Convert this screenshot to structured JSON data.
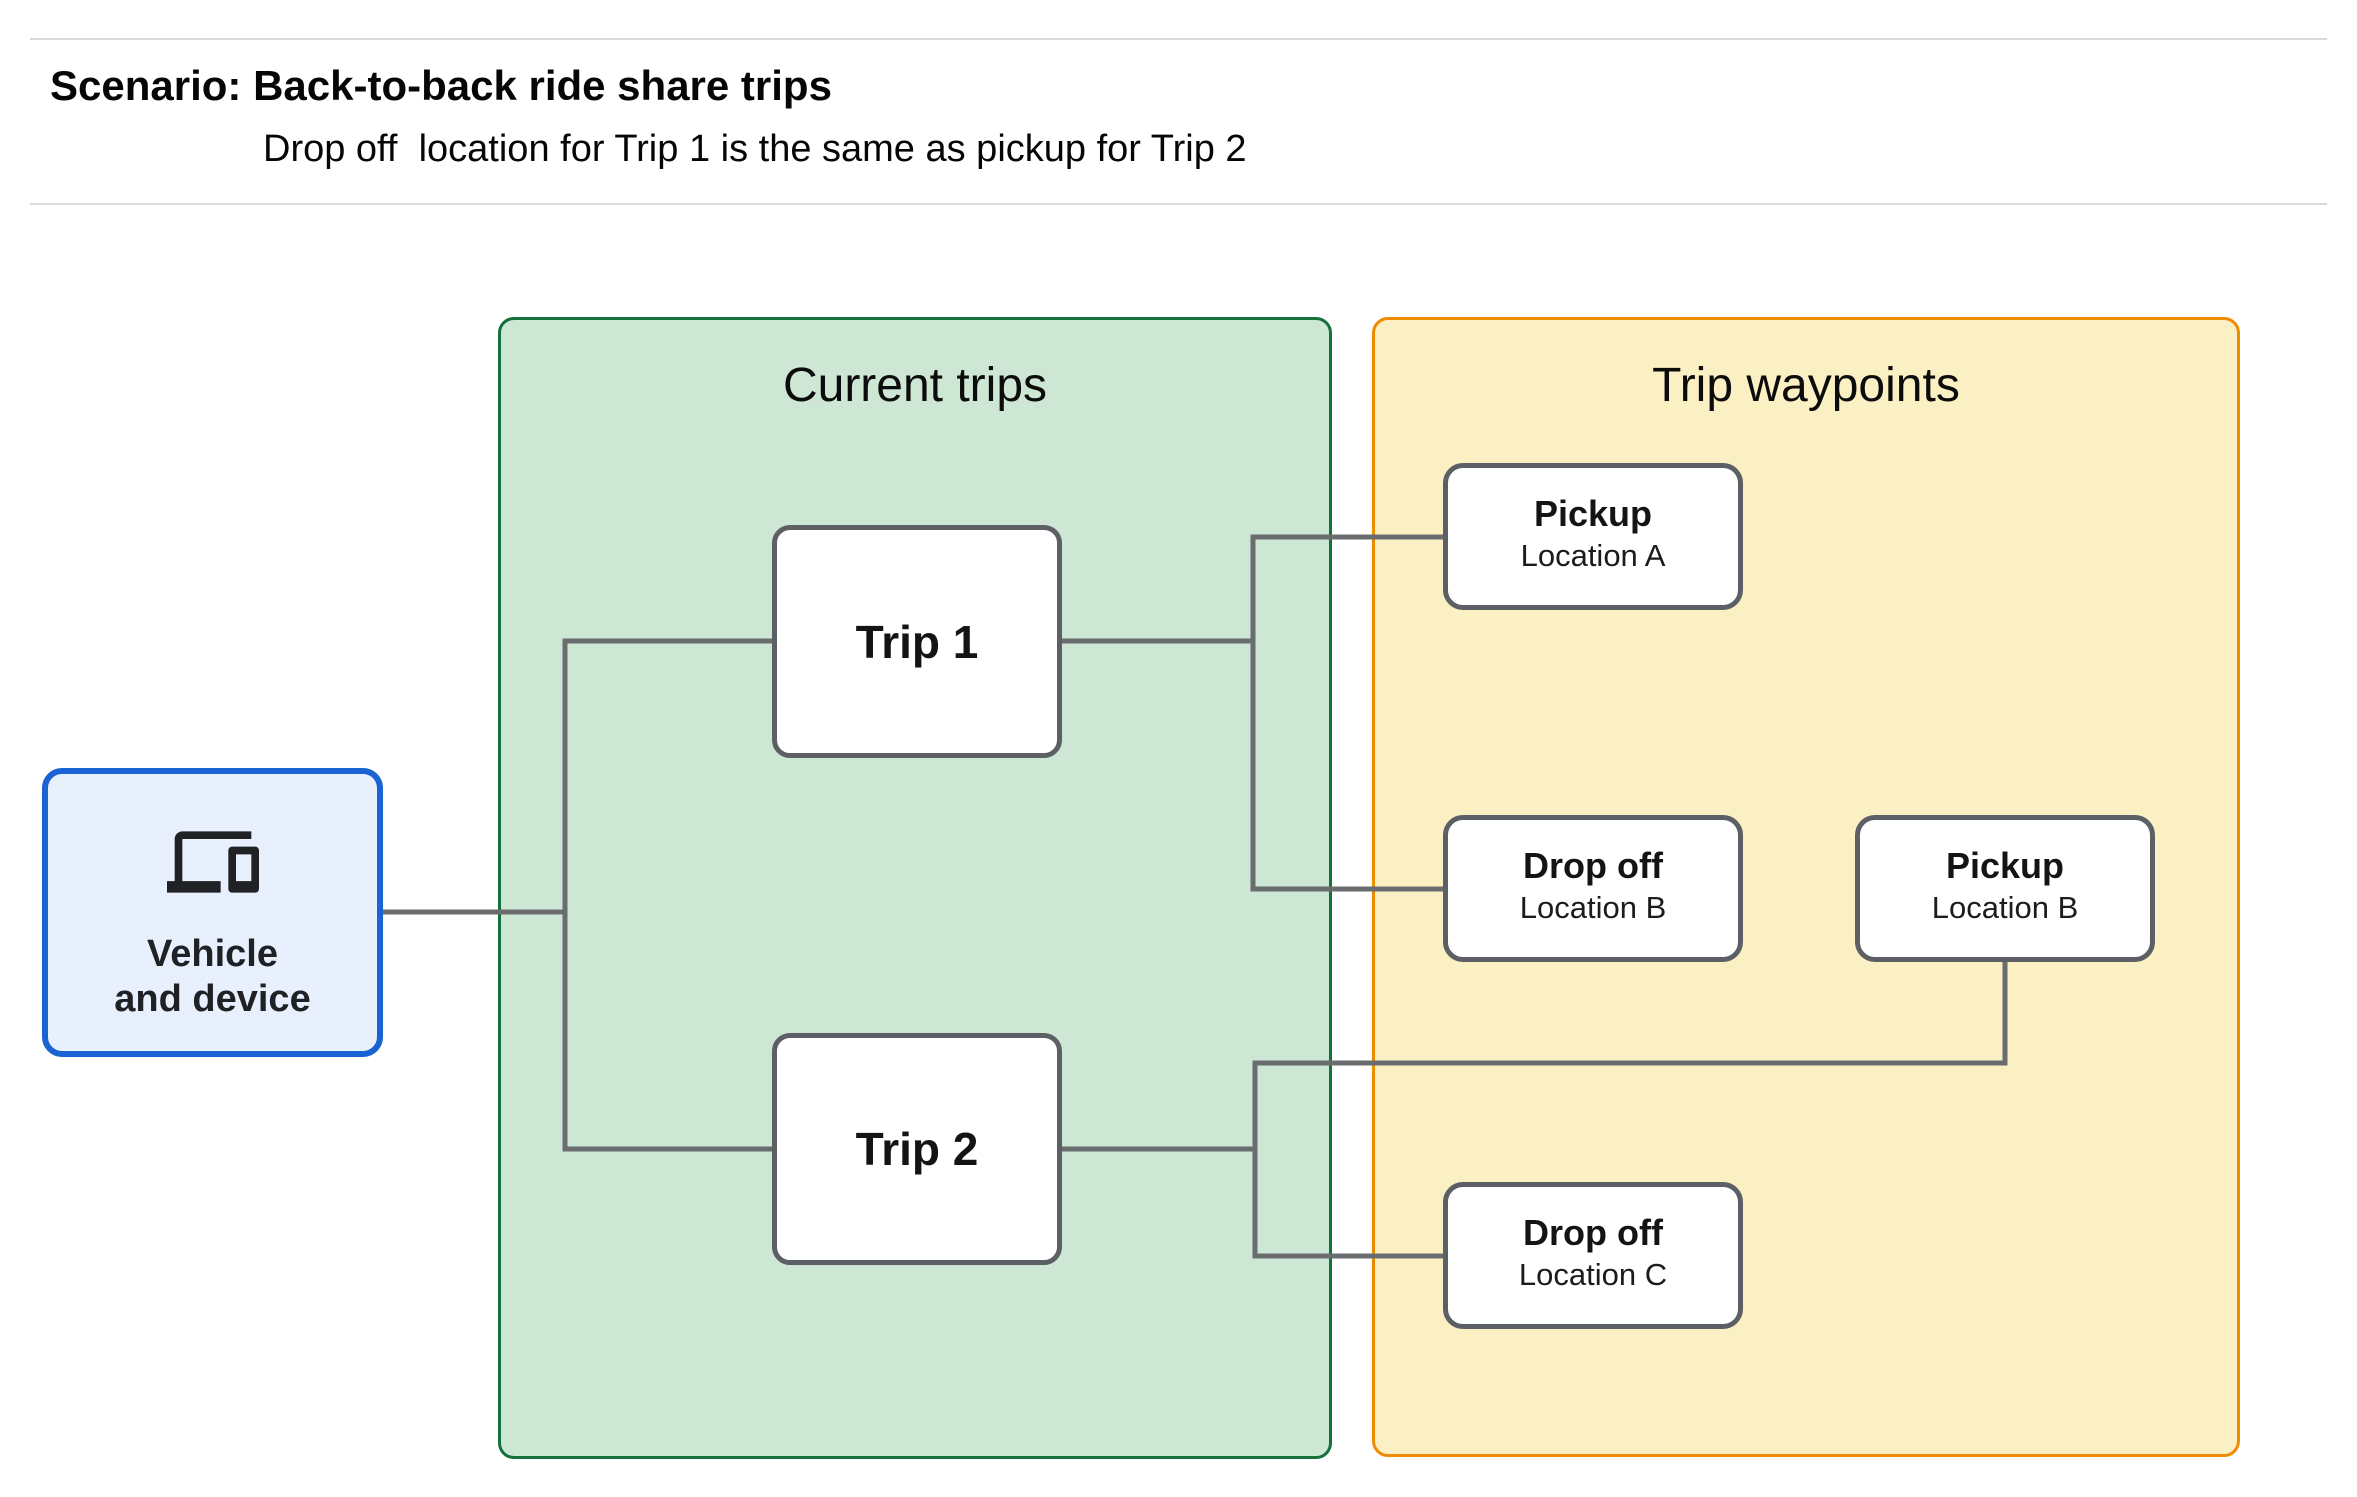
{
  "header": {
    "title": "Scenario: Back-to-back ride share trips",
    "subtitle": "Drop off  location for Trip 1 is the same as pickup for Trip 2"
  },
  "vehicle": {
    "icon": "devices-icon",
    "label_line1": "Vehicle",
    "label_line2": "and device"
  },
  "panels": {
    "current_trips": {
      "title": "Current trips"
    },
    "trip_waypoints": {
      "title": "Trip waypoints"
    }
  },
  "trips": [
    {
      "label": "Trip 1"
    },
    {
      "label": "Trip 2"
    }
  ],
  "waypoints": [
    {
      "title": "Pickup",
      "subtitle": "Location A"
    },
    {
      "title": "Drop off",
      "subtitle": "Location B"
    },
    {
      "title": "Pickup",
      "subtitle": "Location B"
    },
    {
      "title": "Drop off",
      "subtitle": "Location C"
    }
  ],
  "colors": {
    "green-fill": "#cee7d4",
    "green-border": "#15713b",
    "yellow-fill": "#fbefc4",
    "yellow-border": "#ef8b00",
    "vehicle-fill": "#e8f0fd",
    "vehicle-border": "#1a63d2",
    "node-border": "#5c5f63",
    "line": "#6a6d70",
    "hairline": "#dadada"
  }
}
